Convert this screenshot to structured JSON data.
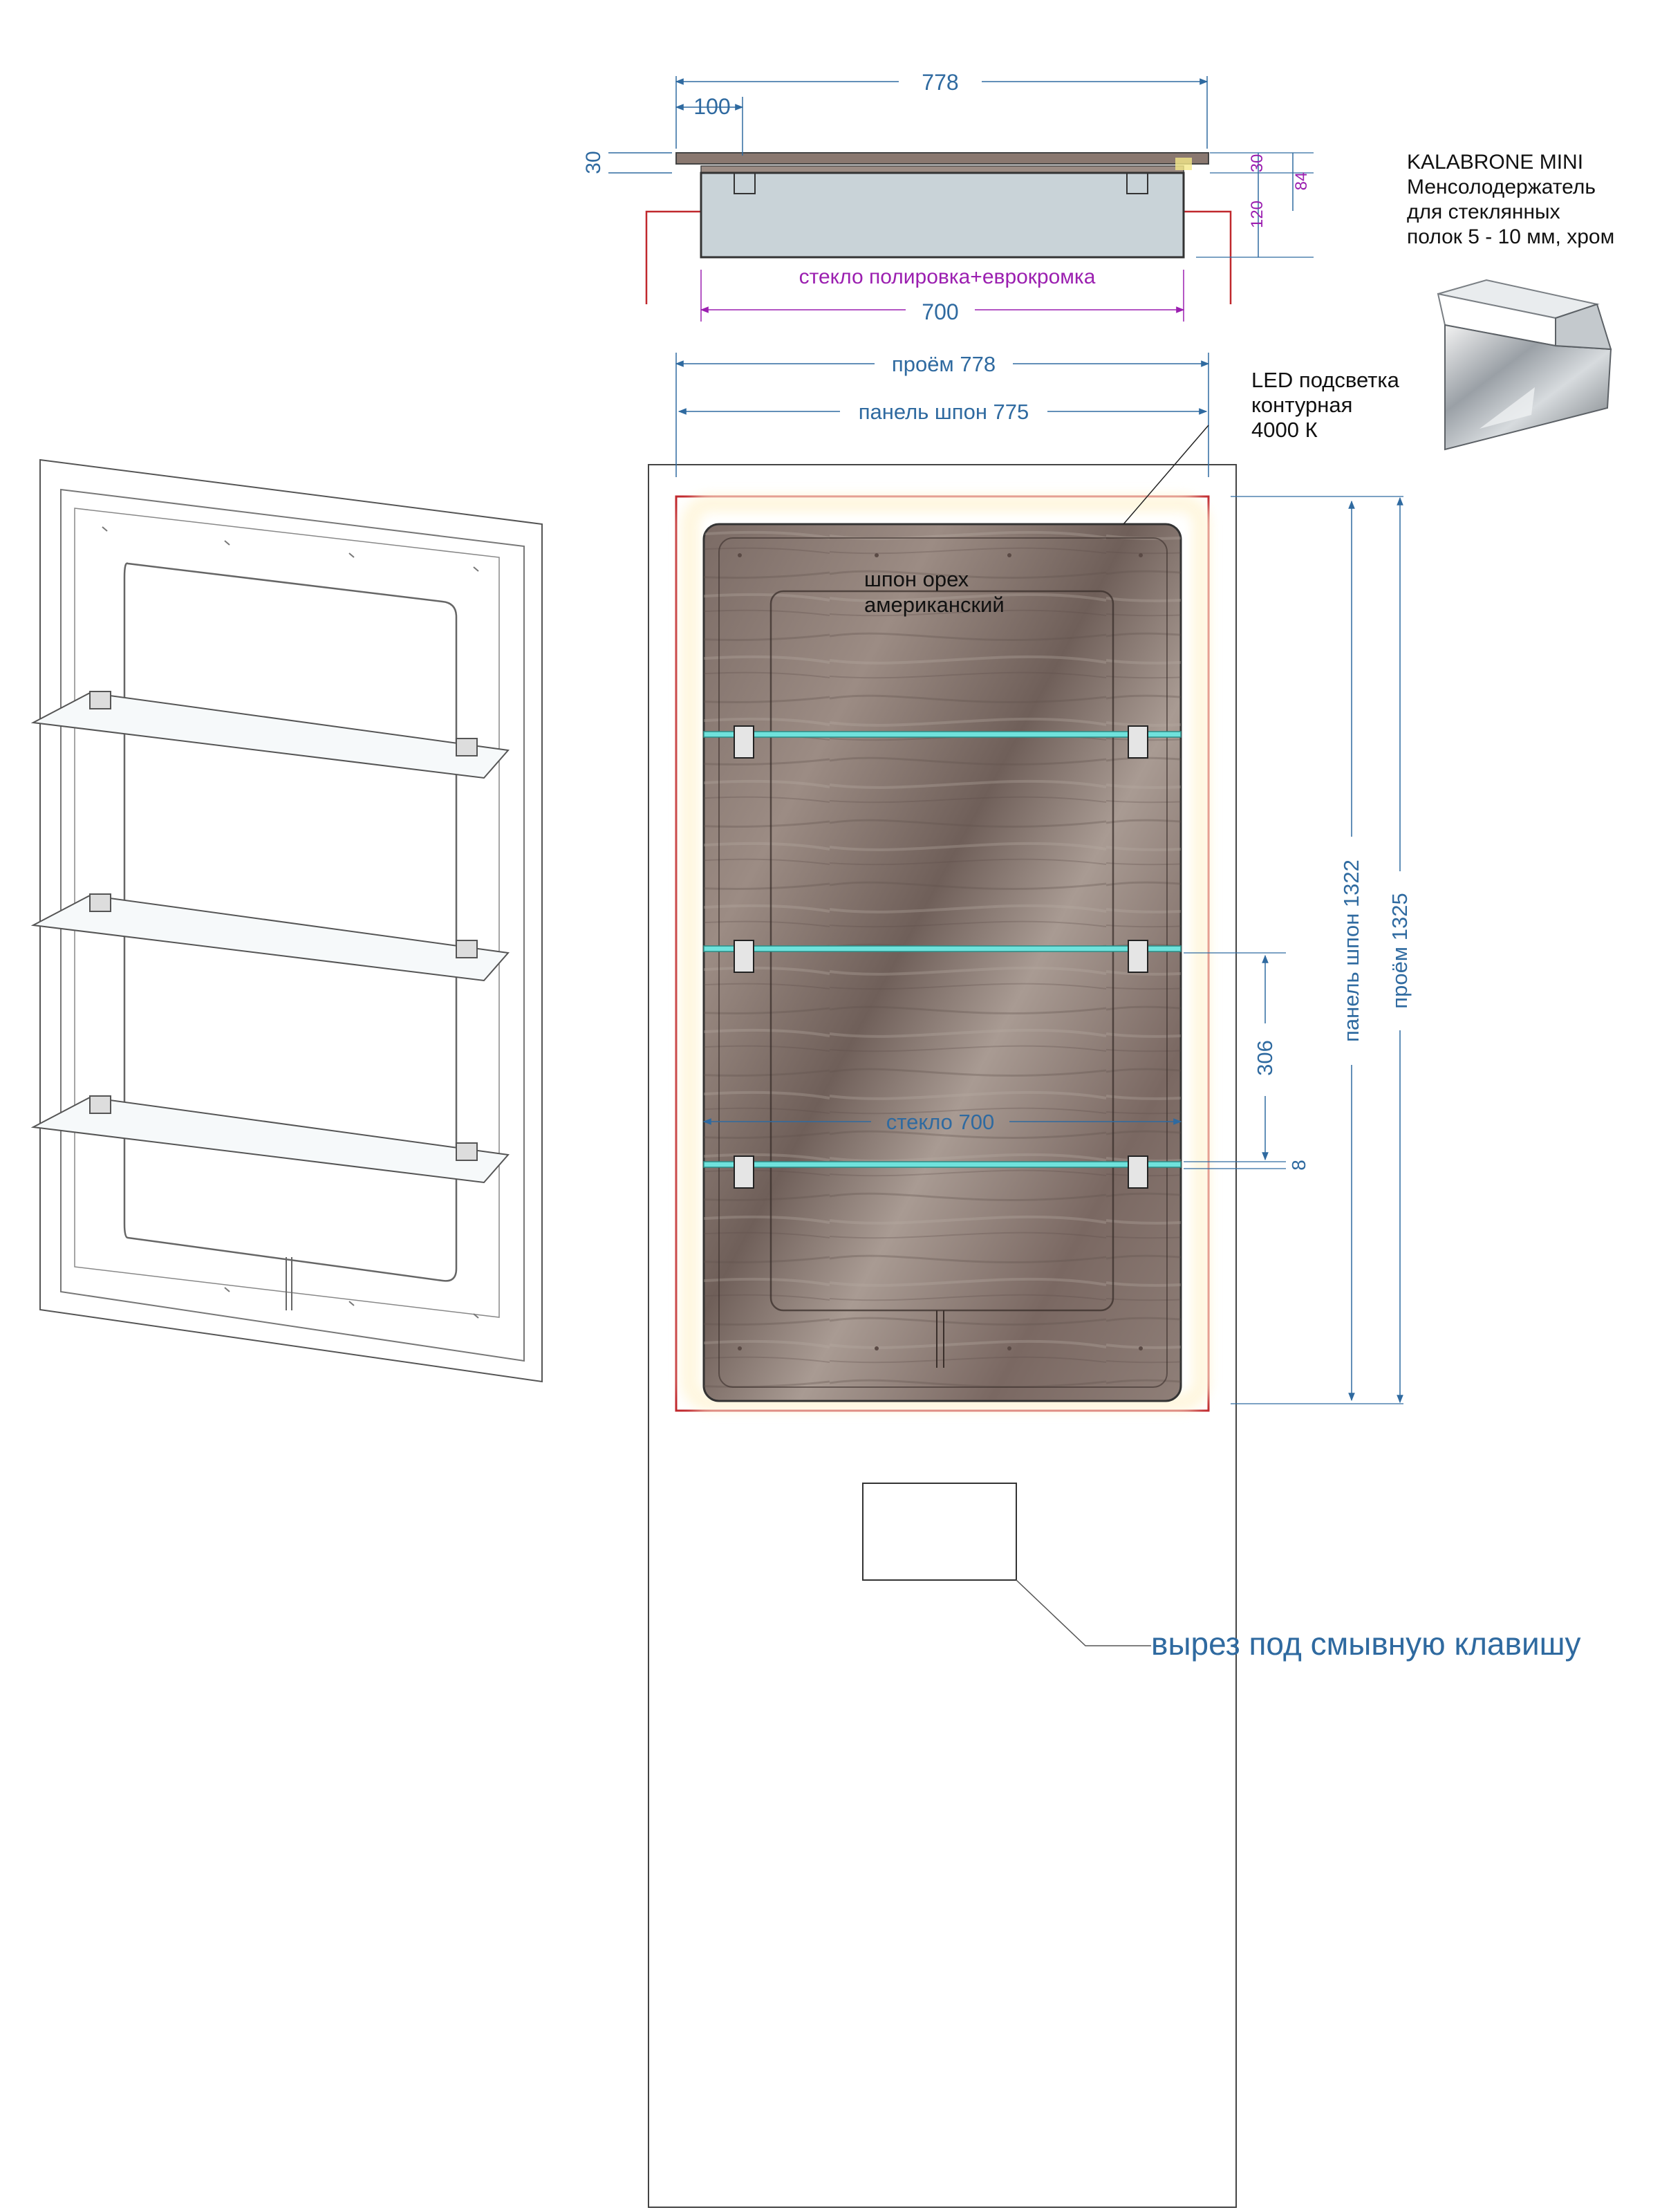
{
  "colors": {
    "dimension": "#2f6aa0",
    "magenta": "#9b1fb0",
    "red": "#c0282d",
    "wood": "#8a7870",
    "glow": "#6fe2dc",
    "line": "#444444"
  },
  "top_view": {
    "overall_width": "778",
    "offset": "100",
    "panel_thickness_left": "30",
    "panel_thickness_right": "30",
    "depth_total": "84",
    "depth_box": "120",
    "glass_label": "стекло полировка+еврокромка",
    "glass_width": "700"
  },
  "front_view": {
    "opening_width": "проём 778",
    "panel_width": "панель шпон 775",
    "led_label": [
      "LED подсветка",
      "контурная",
      "4000 К"
    ],
    "veneer_label": [
      "шпон орех",
      "американский"
    ],
    "panel_height": "панель шпон 1322",
    "opening_height": "проём 1325",
    "shelf_spacing": "306",
    "shelf_thickness": "8",
    "glass_width_label": "стекло 700",
    "cutout_label": "вырез под смывную клавишу"
  },
  "product_callout": {
    "title": "KALABRONE MINI",
    "lines": [
      "Менсолодержатель",
      "для стеклянных",
      "полок 5 - 10 мм, хром"
    ]
  },
  "icons": {
    "shelf_holder": "shelf-bracket-photo",
    "perspective": "isometric-cabinet-sketch"
  }
}
